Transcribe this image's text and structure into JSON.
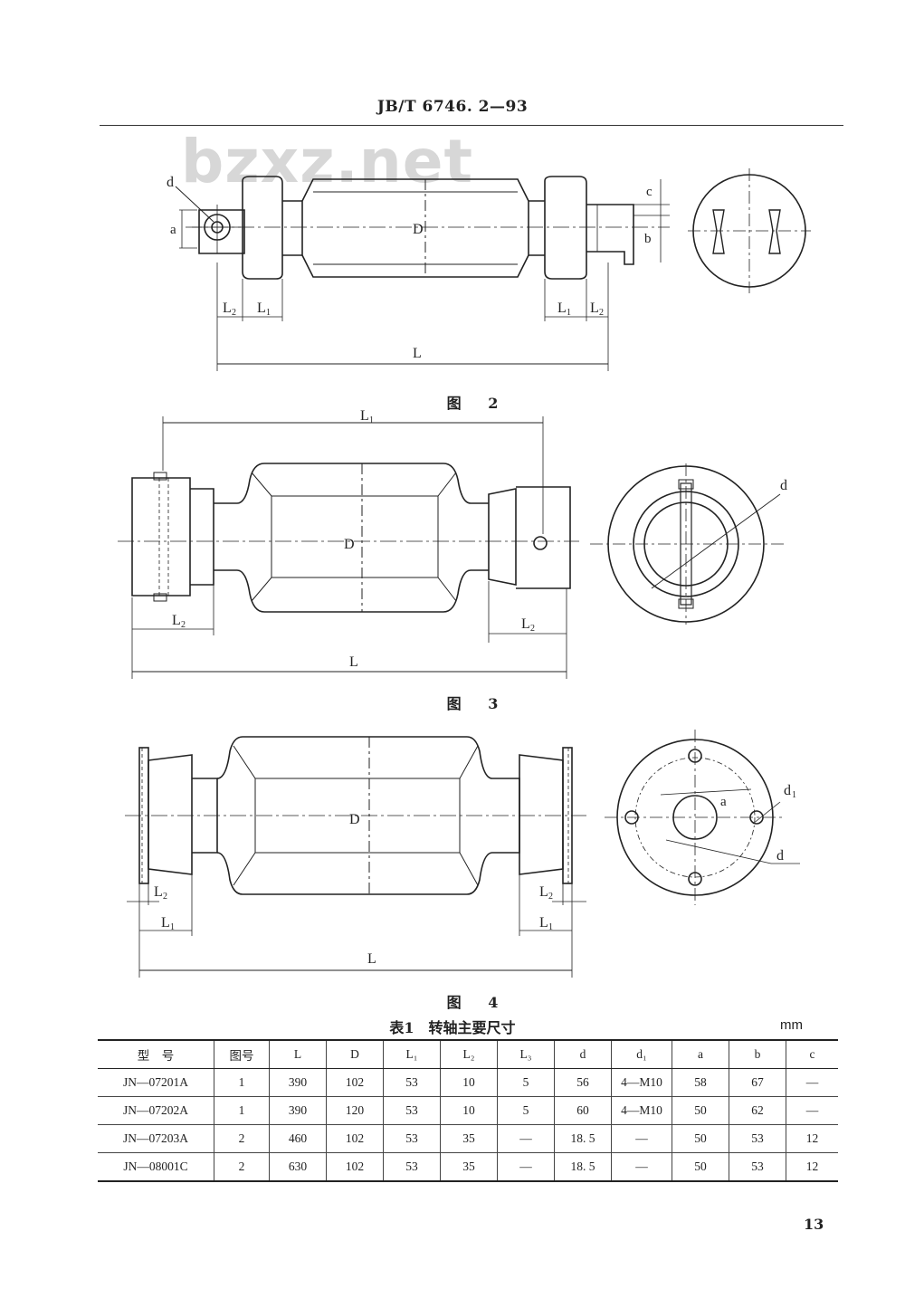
{
  "header": {
    "standard_no": "JB/T 6746. 2—93"
  },
  "watermark": "bzxz.net",
  "figures": {
    "fig2": {
      "caption": "图 2",
      "labels": {
        "d": "d",
        "a": "a",
        "D": "D",
        "c": "c",
        "b": "b",
        "L": "L",
        "L1": "L",
        "L2": "L"
      }
    },
    "fig3": {
      "caption": "图 3",
      "labels": {
        "L1": "L",
        "D": "D",
        "d": "d",
        "L2": "L",
        "L": "L"
      }
    },
    "fig4": {
      "caption": "图 4",
      "labels": {
        "D": "D",
        "a": "a",
        "d1": "d",
        "d": "d",
        "L2": "L",
        "L1": "L",
        "L": "L"
      }
    }
  },
  "table": {
    "title": "表1　转轴主要尺寸",
    "unit": "mm",
    "headers": [
      "型　号",
      "图号",
      "L",
      "D",
      "L₁",
      "L₂",
      "L₃",
      "d",
      "d₁",
      "a",
      "b",
      "c"
    ],
    "rows": [
      [
        "JN—07201A",
        "1",
        "390",
        "102",
        "53",
        "10",
        "5",
        "56",
        "4—M10",
        "58",
        "67",
        "—"
      ],
      [
        "JN—07202A",
        "1",
        "390",
        "120",
        "53",
        "10",
        "5",
        "60",
        "4—M10",
        "50",
        "62",
        "—"
      ],
      [
        "JN—07203A",
        "2",
        "460",
        "102",
        "53",
        "35",
        "—",
        "18. 5",
        "—",
        "50",
        "53",
        "12"
      ],
      [
        "JN—08001C",
        "2",
        "630",
        "102",
        "53",
        "35",
        "—",
        "18. 5",
        "—",
        "50",
        "53",
        "12"
      ]
    ]
  },
  "page_number": "13"
}
